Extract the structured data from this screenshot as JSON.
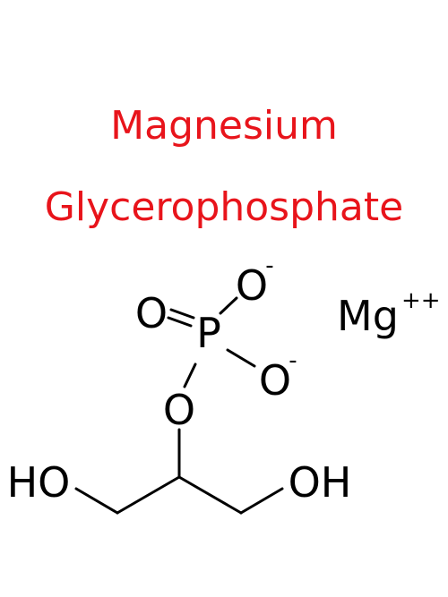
{
  "title": {
    "line1": "Magnesium",
    "line2": "Glycerophosphate",
    "color": "#e8141b"
  },
  "structure": {
    "atoms": {
      "phosphorus": "P",
      "oxygen_double": "O",
      "oxygen_top": "O",
      "oxygen_top_charge": "-",
      "oxygen_right": "O",
      "oxygen_right_charge": "-",
      "oxygen_ester": "O",
      "hydroxyl_left": "HO",
      "hydroxyl_right": "OH"
    },
    "counter_ion": {
      "symbol": "Mg",
      "charge": "++"
    },
    "color": "#000000"
  }
}
